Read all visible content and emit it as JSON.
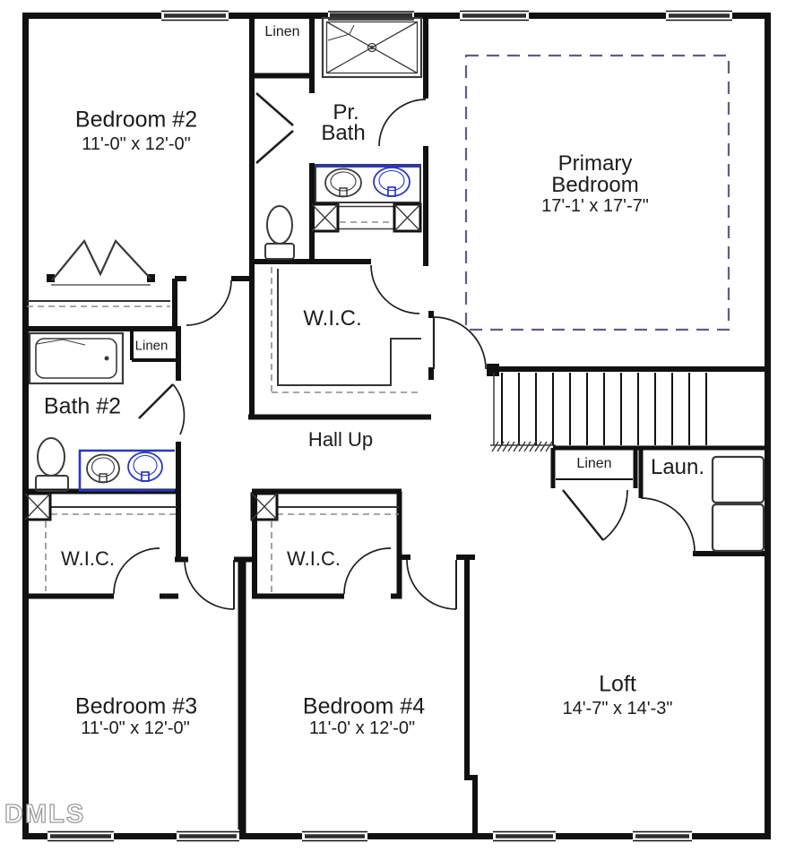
{
  "watermark": "DMLS",
  "colors": {
    "wall": "#111111",
    "fixture": "#3a3a3a",
    "accent_blue": "#2936c4",
    "primary_dash": "#5d5d8f",
    "window_glass": "#2e2e2e",
    "watermark_gray": "#9a9a9a"
  },
  "rooms": {
    "bedroom2": {
      "name": "Bedroom #2",
      "dims": "11'-0\" x 12'-0\""
    },
    "primary_bedroom": {
      "line1": "Primary",
      "line2": "Bedroom",
      "dims": "17'-1' x 17'-7\""
    },
    "pr_bath": {
      "line1": "Pr.",
      "line2": "Bath"
    },
    "wic_primary": {
      "name": "W.I.C."
    },
    "hall": {
      "name": "Hall Up"
    },
    "bath2": {
      "name": "Bath #2"
    },
    "laundry": {
      "name": "Laun."
    },
    "wic_left": {
      "name": "W.I.C."
    },
    "wic_middle": {
      "name": "W.I.C."
    },
    "bedroom3": {
      "name": "Bedroom #3",
      "dims": "11'-0\" x 12'-0\""
    },
    "bedroom4": {
      "name": "Bedroom #4",
      "dims": "11'-0' x 12'-0\""
    },
    "loft": {
      "name": "Loft",
      "dims": "14'-7\" x 14'-3\""
    }
  },
  "closets": {
    "linen_top": {
      "name": "Linen"
    },
    "linen_bath2": {
      "name": "Linen"
    },
    "linen_hall": {
      "name": "Linen"
    }
  }
}
